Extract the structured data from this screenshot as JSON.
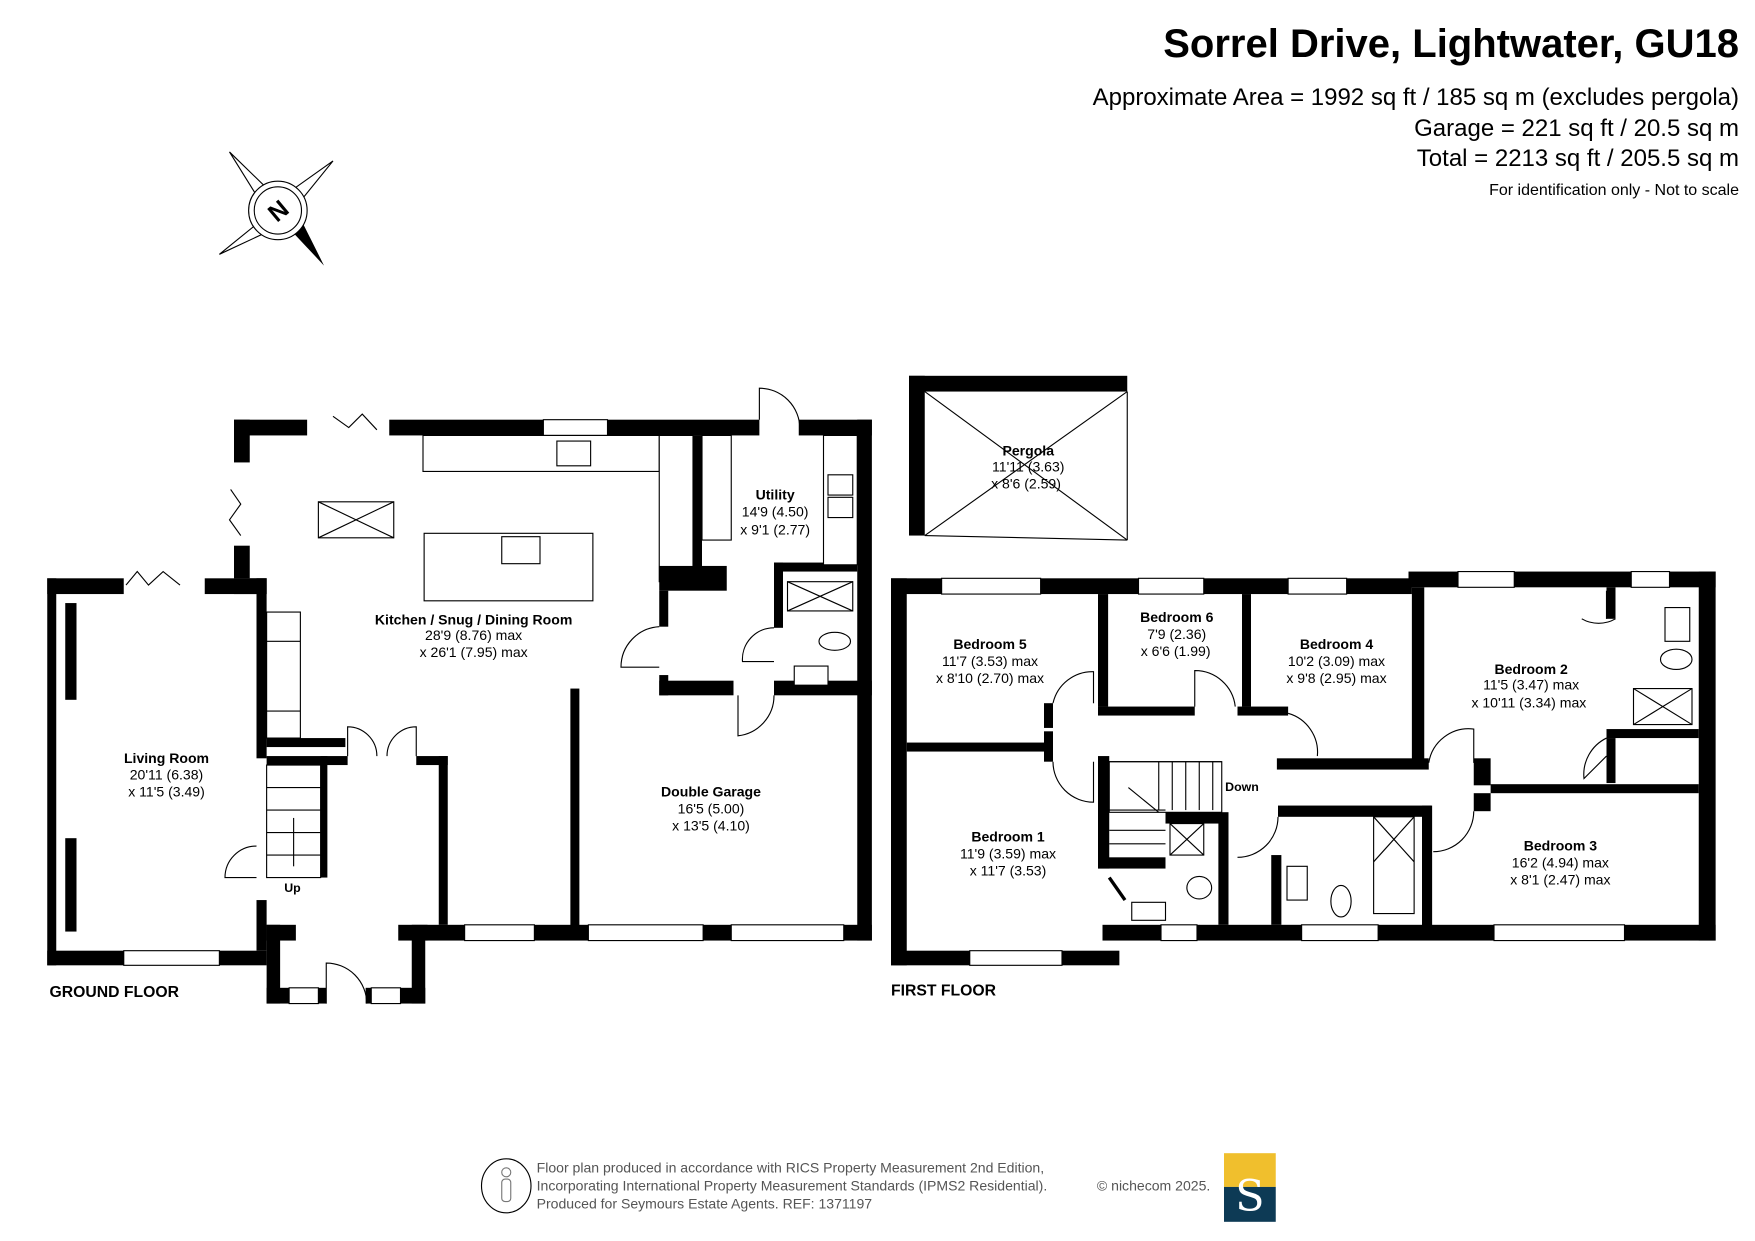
{
  "header": {
    "title": "Sorrel Drive, Lightwater, GU18",
    "area_line": "Approximate Area = 1992 sq ft / 185 sq m (excludes pergola)",
    "garage_line": "Garage = 221 sq ft / 20.5 sq m",
    "total_line": "Total = 2213 sq ft / 205.5 sq m",
    "disclaimer": "For identification only - Not to scale"
  },
  "compass": {
    "label": "N"
  },
  "ground_floor": {
    "label": "GROUND FLOOR",
    "rooms": [
      {
        "name": "Kitchen / Snug / Dining Room",
        "dim1": "28'9 (8.76) max",
        "dim2": "x 26'1 (7.95) max"
      },
      {
        "name": "Utility",
        "dim1": "14'9 (4.50)",
        "dim2": "x 9'1 (2.77)"
      },
      {
        "name": "Living Room",
        "dim1": "20'11 (6.38)",
        "dim2": "x 11'5 (3.49)"
      },
      {
        "name": "Double Garage",
        "dim1": "16'5 (5.00)",
        "dim2": "x 13'5 (4.10)"
      }
    ],
    "stairs_label": "Up"
  },
  "first_floor": {
    "label": "FIRST FLOOR",
    "rooms": [
      {
        "name": "Pergola",
        "dim1": "11'11 (3.63)",
        "dim2": "x 8'6 (2.59)"
      },
      {
        "name": "Bedroom 5",
        "dim1": "11'7 (3.53) max",
        "dim2": "x 8'10 (2.70) max"
      },
      {
        "name": "Bedroom 6",
        "dim1": "7'9 (2.36)",
        "dim2": "x 6'6 (1.99)"
      },
      {
        "name": "Bedroom 4",
        "dim1": "10'2 (3.09) max",
        "dim2": "x 9'8 (2.95) max"
      },
      {
        "name": "Bedroom 2",
        "dim1": "11'5 (3.47) max",
        "dim2": "x 10'11 (3.34) max"
      },
      {
        "name": "Bedroom 1",
        "dim1": "11'9 (3.59) max",
        "dim2": "x 11'7 (3.53)"
      },
      {
        "name": "Bedroom 3",
        "dim1": "16'2 (4.94) max",
        "dim2": "x 8'1 (2.47) max"
      }
    ],
    "stairs_label": "Down"
  },
  "footer": {
    "line1": "Floor plan produced in accordance with RICS Property Measurement 2nd Edition,",
    "line2": "Incorporating International Property Measurement Standards (IPMS2 Residential).",
    "copyright": "© nichecom 2025.",
    "line3": "Produced for Seymours Estate Agents.   REF: 1371197",
    "logo_letter": "S"
  },
  "colors": {
    "logo_top": "#f0bf2d",
    "logo_bottom": "#0d3a55"
  }
}
